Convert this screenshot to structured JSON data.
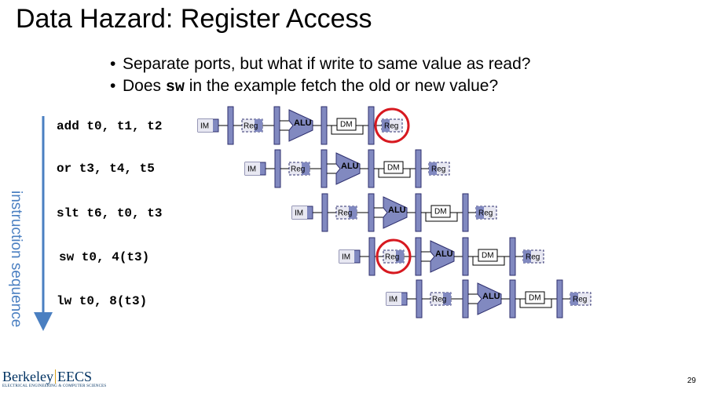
{
  "slide": {
    "title": "Data Hazard: Register Access",
    "bullets": [
      {
        "before": "Separate ports, but what if write to same value as read?",
        "code": "",
        "after": ""
      },
      {
        "before": "Does ",
        "code": "sw",
        "after": " in the example fetch the old or new value?"
      }
    ],
    "axis_label": "instruction sequence",
    "page_number": "29"
  },
  "pipeline": {
    "stage_labels": {
      "im": "IM",
      "reg": "Reg",
      "alu": "ALU",
      "dm": "DM"
    },
    "instructions": [
      {
        "text": "add t0, t1, t2",
        "highlight": "writeback"
      },
      {
        "text": "or t3, t4, t5",
        "highlight": ""
      },
      {
        "text": "slt t6, t0, t3",
        "highlight": ""
      },
      {
        "text": "sw t0, 4(t3)",
        "highlight": "decode"
      },
      {
        "text": "lw t0, 8(t3)",
        "highlight": ""
      }
    ],
    "colors": {
      "fill": "#8189c0",
      "stroke": "#2e2f6e",
      "highlight": "#d71920",
      "arrow": "#4a7fc1"
    }
  },
  "logo": {
    "name": "Berkeley",
    "dept": "EECS",
    "subtitle": "ELECTRICAL ENGINEERING & COMPUTER SCIENCES"
  }
}
